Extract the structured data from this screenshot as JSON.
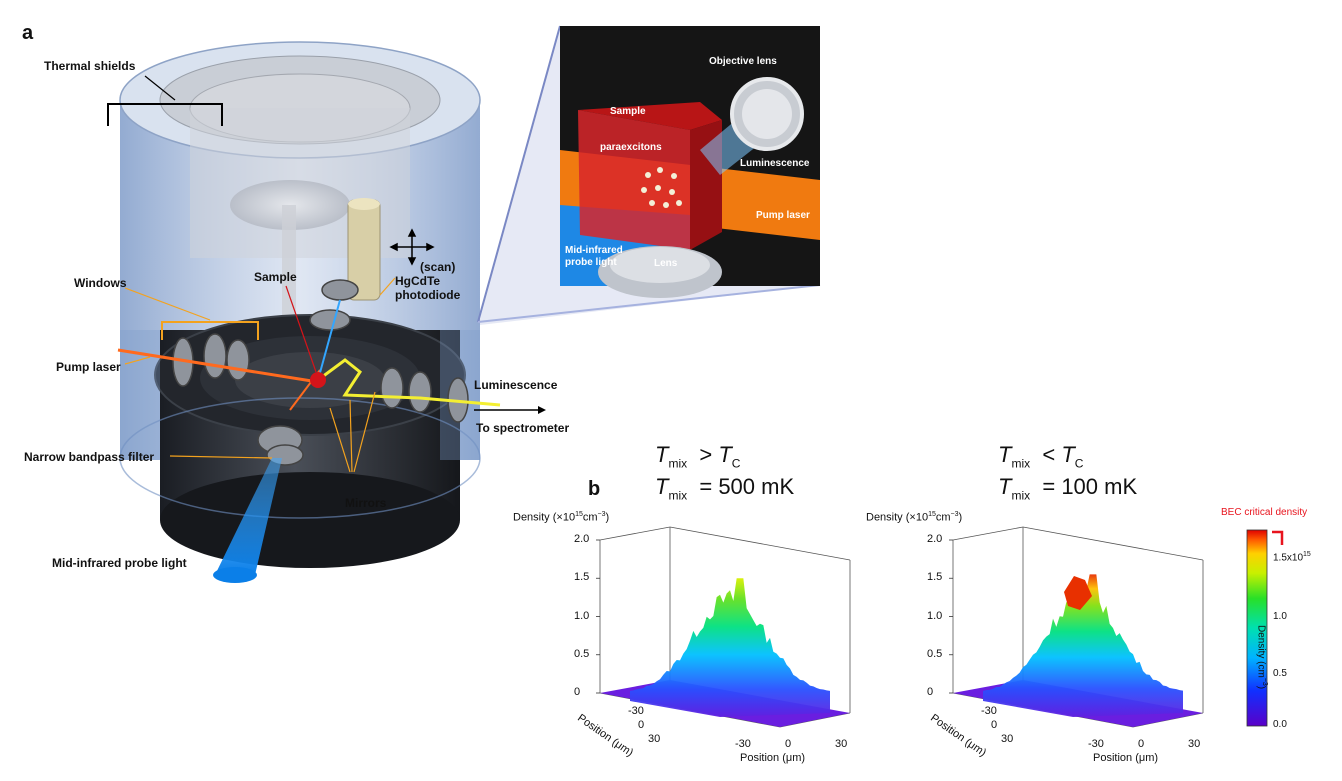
{
  "panel_a": {
    "letter": "a",
    "labels": {
      "thermal_shields": "Thermal shields",
      "windows": "Windows",
      "pump_laser": "Pump laser",
      "sample": "Sample",
      "scan": "(scan)",
      "photodiode": "HgCdTe\nphotodiode",
      "luminescence": "Luminescence",
      "to_spectrometer": "To spectrometer",
      "narrow_bandpass": "Narrow bandpass filter",
      "mirrors": "Mirrors",
      "mid_ir_probe": "Mid-infrared probe light"
    },
    "inset": {
      "objective_lens": "Objective lens",
      "sample": "Sample",
      "paraexcitons": "paraexcitons",
      "luminescence": "Luminescence",
      "pump_laser": "Pump laser",
      "mid_ir_probe": "Mid-infrared\nprobe light",
      "lens": "Lens"
    }
  },
  "panel_b": {
    "letter": "b",
    "left": {
      "cond_T": "T",
      "cond_sub": "mix",
      "cond_rel": ">",
      "cond_T2": "T",
      "cond_sub2": "C",
      "val_T": "T",
      "val_sub": "mix",
      "val_text": "= 500 mK"
    },
    "right": {
      "cond_T": "T",
      "cond_sub": "mix",
      "cond_rel": "<",
      "cond_T2": "T",
      "cond_sub2": "C",
      "val_T": "T",
      "val_sub": "mix",
      "val_text": "= 100 mK"
    },
    "z_axis_label": "Density (×10",
    "z_axis_exp": "15",
    "z_axis_unit": "cm",
    "z_axis_unit_exp": "−3",
    "z_ticks": [
      "2.0",
      "1.5",
      "1.0",
      "0.5",
      "0"
    ],
    "x_ticks": [
      "-30",
      "0",
      "30"
    ],
    "y_ticks": [
      "-30",
      "0",
      "30"
    ],
    "x_label": "Position (μm)",
    "y_label": "Position (μm)",
    "colorbar": {
      "title": "BEC critical density",
      "label": "Density (cm",
      "label_exp": "−3",
      "ticks": [
        "1.5x10",
        "1.0",
        "0.5",
        "0.0"
      ],
      "tick_exp": "15",
      "critical_color": "#e8141e"
    }
  },
  "chart_data": [
    {
      "type": "heatmap",
      "title": "",
      "condition": "T_mix > T_C, T_mix = 500 mK",
      "xlabel": "Position (μm)",
      "ylabel": "Position (μm)",
      "zlabel": "Density (×10^15 cm^-3)",
      "xlim": [
        -45,
        45
      ],
      "ylim": [
        -45,
        45
      ],
      "zlim": [
        0,
        2.0
      ],
      "peak_density": 1.5
    },
    {
      "type": "heatmap",
      "title": "",
      "condition": "T_mix < T_C, T_mix = 100 mK",
      "xlabel": "Position (μm)",
      "ylabel": "Position (μm)",
      "zlabel": "Density (×10^15 cm^-3)",
      "xlim": [
        -45,
        45
      ],
      "ylim": [
        -45,
        45
      ],
      "zlim": [
        0,
        2.0
      ],
      "peak_density": 1.55
    }
  ]
}
